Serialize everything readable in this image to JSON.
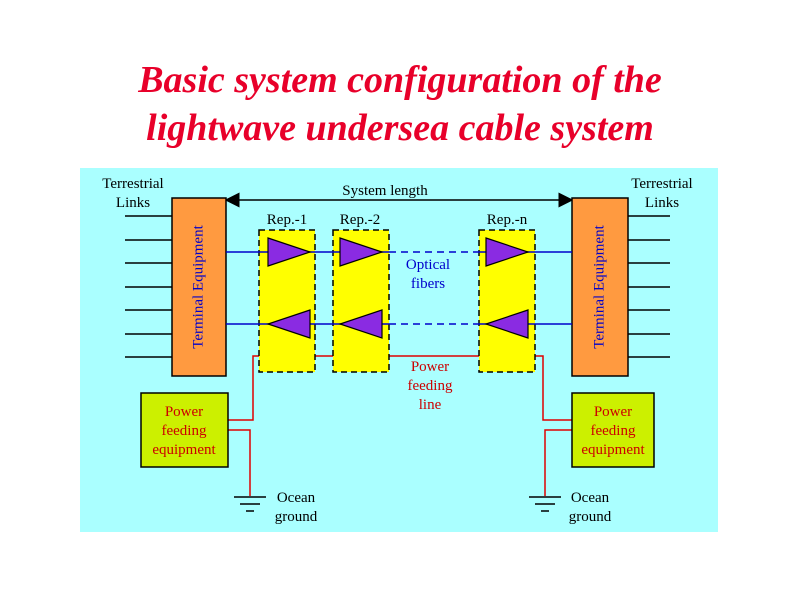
{
  "title": {
    "line1": "Basic system configuration of the",
    "line2": "lightwave undersea cable system"
  },
  "labels": {
    "terrestrial_links_left": [
      "Terrestrial",
      "Links"
    ],
    "terrestrial_links_right": [
      "Terrestrial",
      "Links"
    ],
    "system_length": "System length",
    "terminal_equipment_left": "Terminal Equipment",
    "terminal_equipment_right": "Terminal Equipment",
    "rep1": "Rep.-1",
    "rep2": "Rep.-2",
    "repn": "Rep.-n",
    "optical_fibers": [
      "Optical",
      "fibers"
    ],
    "power_feeding_line": [
      "Power",
      "feeding",
      "line"
    ],
    "pfe_left": [
      "Power",
      "feeding",
      "equipment"
    ],
    "pfe_right": [
      "Power",
      "feeding",
      "equipment"
    ],
    "ocean_ground_left": [
      "Ocean",
      "ground"
    ],
    "ocean_ground_right": [
      "Ocean",
      "ground"
    ]
  },
  "colors": {
    "title": "#e8002a",
    "background_panel": "#aaffff",
    "terminal_equipment": "#ff9a40",
    "repeater": "#ffff00",
    "power_feeding_equipment": "#ccf000",
    "amplifier": "#8a2be2",
    "fiber": "#0000cc",
    "power_line": "#e00000",
    "text_blue": "#0000cc",
    "text_red": "#cc0000"
  }
}
